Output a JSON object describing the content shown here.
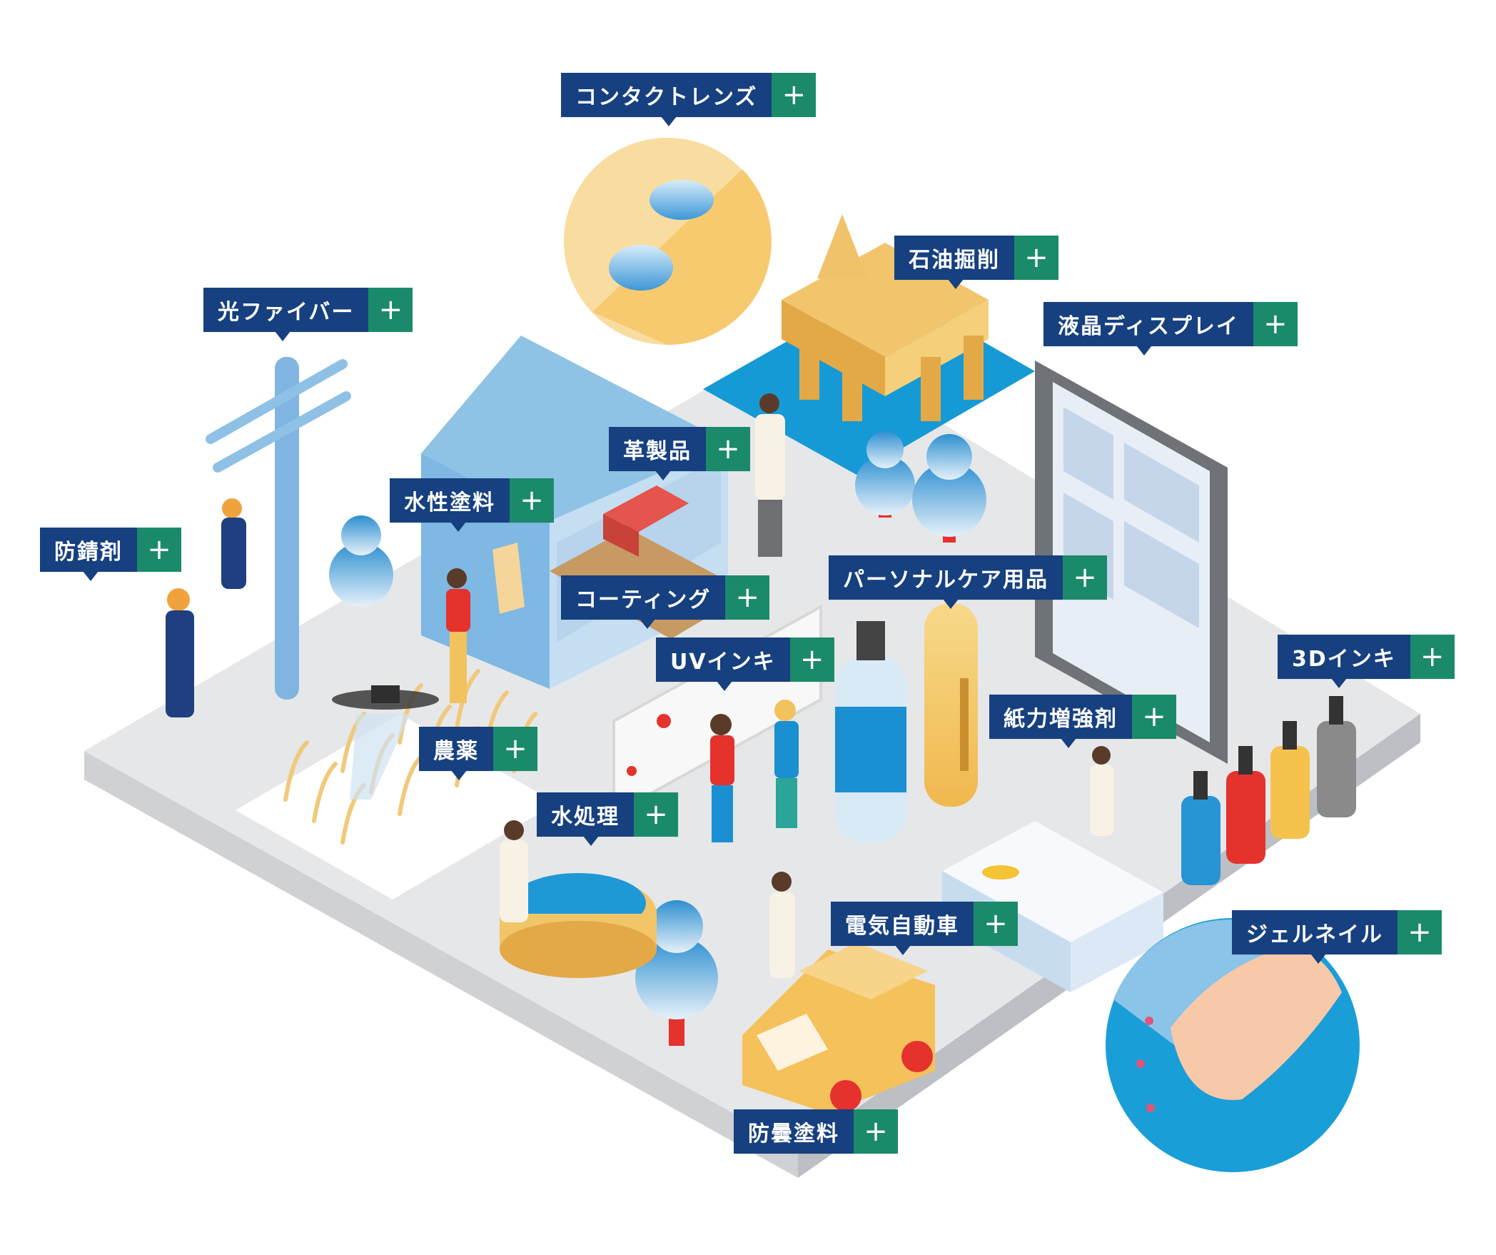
{
  "labels": {
    "contact_lens": "コンタクトレンズ",
    "oil_drilling": "石油掘削",
    "optical_fiber": "光ファイバー",
    "lcd": "液晶ディスプレイ",
    "leather": "革製品",
    "water_paint": "水性塗料",
    "anti_rust": "防錆剤",
    "personal_care": "パーソナルケア用品",
    "coating": "コーティング",
    "uv_ink": "UVインキ",
    "ink_3d": "3Dインキ",
    "paper_strength": "紙力増強剤",
    "agro": "農薬",
    "water_treatment": "水処理",
    "ev": "電気自動車",
    "gel_nail": "ジェルネイル",
    "anti_fog": "防曇塗料"
  },
  "plus_symbol": "+",
  "colors": {
    "label_bg": "#16407f",
    "plus_bg": "#1a8a6a",
    "platform": "#e4e5e7",
    "accent_blue": "#1a8fd1",
    "accent_yellow": "#f5c25a",
    "accent_red": "#e5322d"
  }
}
